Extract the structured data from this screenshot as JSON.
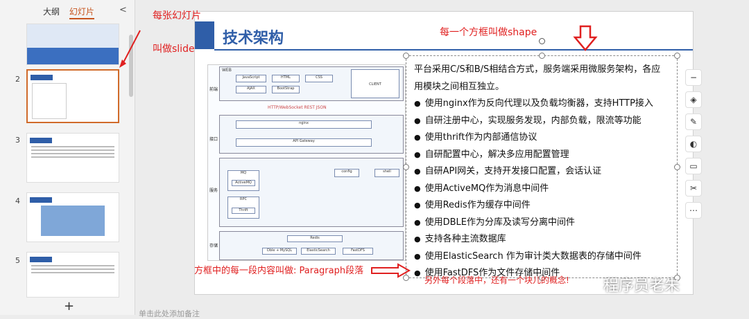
{
  "sidebar": {
    "tabs": [
      "大纲",
      "幻灯片"
    ],
    "collapse": "<",
    "slide_numbers": [
      "2",
      "3",
      "4",
      "5"
    ],
    "add": "+"
  },
  "slide": {
    "title": "技术架构",
    "diagram": {
      "rows": [
        "前端",
        "接口",
        "服务",
        "存储"
      ],
      "web": "WEB",
      "boxes": [
        "JavaScript",
        "HTML",
        "CSS",
        "AJAX",
        "BootStrap",
        "CLIENT",
        "nginx",
        "API Gateway",
        "MQ",
        "ActiveMQ",
        "RPC",
        "Thrift",
        "Redis",
        "Dble + MySQL",
        "ElasticSearch",
        "FastDFS",
        "config",
        "shell"
      ],
      "http_label": "HTTP/WebSocket REST JSON"
    },
    "paragraphs": [
      "平台采用C/S和B/S相结合方式，服务端采用微服务架构，各应",
      "用模块之间相互独立。"
    ],
    "bullets": [
      "使用nginx作为反向代理以及负载均衡器，支持HTTP接入",
      "自研注册中心，实现服务发现，内部负载，限流等功能",
      "使用thrift作为内部通信协议",
      "自研配置中心，解决多应用配置管理",
      "自研API网关，支持开发接口配置，会话认证",
      "使用ActiveMQ作为消息中间件",
      "使用Redis作为缓存中间件",
      "使用DBLE作为分库及读写分离中间件",
      "支持各种主流数据库",
      "使用ElasticSearch 作为审计类大数据表的存储中间件",
      "使用FastDFS作为文件存储中间件"
    ]
  },
  "annotations": {
    "each_slide": "每张幻灯片",
    "is_slide": "叫做slide",
    "shape": "每一个方框叫做shape",
    "paragraph": "方框中的每一段内容叫做: Paragraph段落",
    "run": "另外每个段落中，还有一个块儿的概念!"
  },
  "watermark": "程序员老朱",
  "note_placeholder": "单击此处添加备注"
}
